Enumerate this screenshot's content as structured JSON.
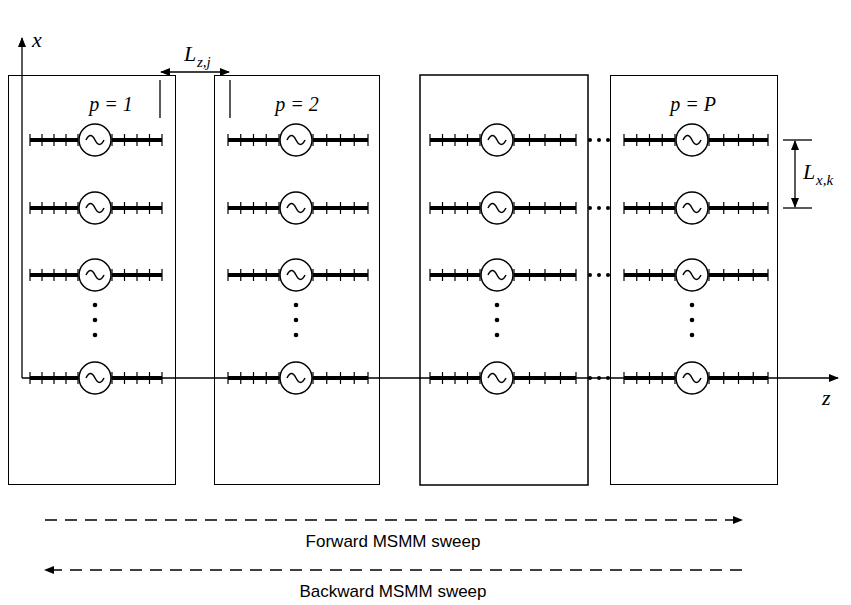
{
  "diagram": {
    "nodes": [
      {
        "text": [
          "p = 1"
        ]
      },
      {
        "text": [
          "p = 2"
        ]
      },
      {
        "text": [
          "p = P"
        ]
      }
    ],
    "labels": [
      "x",
      "z",
      "L",
      "z,j",
      "L",
      "x,k",
      "Forward MSMM sweep",
      "Backward MSMM sweep"
    ]
  }
}
